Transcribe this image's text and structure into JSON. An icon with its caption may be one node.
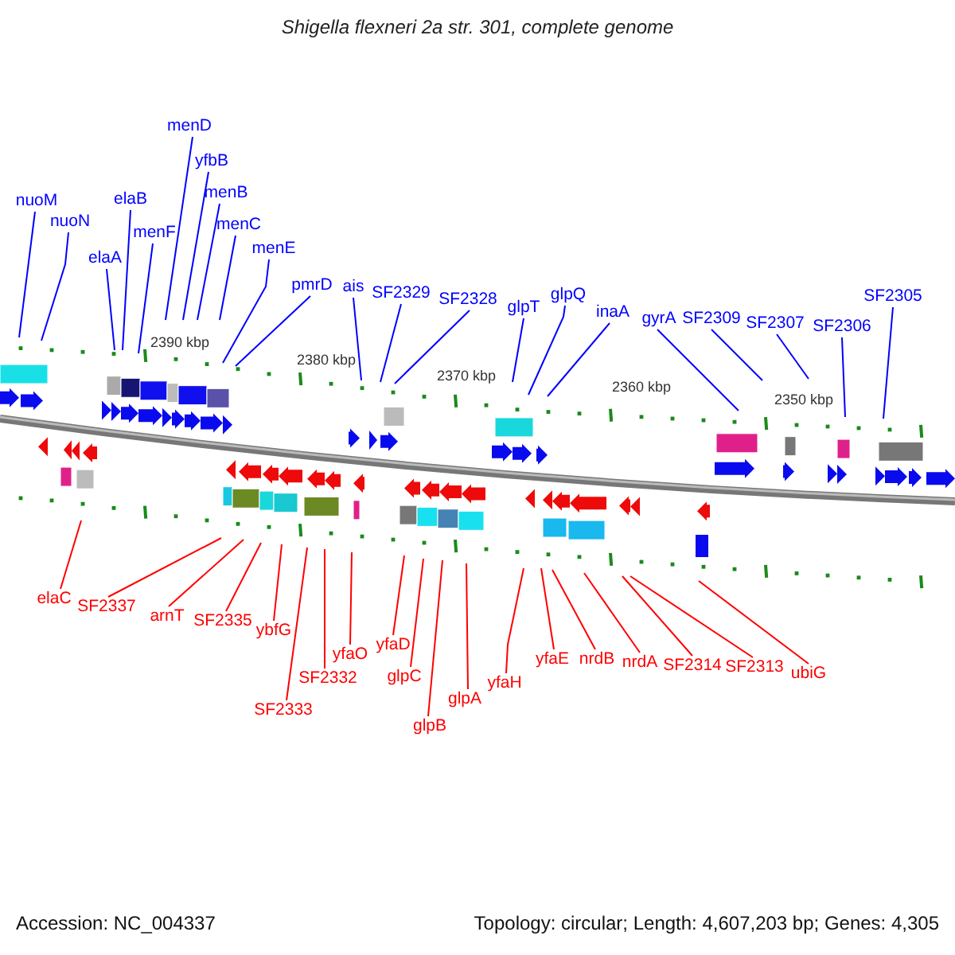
{
  "diagram": {
    "title": "Shigella flexneri 2a str. 301, complete genome",
    "nodes": [
      {
        "text": [
          "nuoM"
        ]
      },
      {
        "text": [
          "nuoN"
        ]
      },
      {
        "text": [
          "elaA"
        ]
      },
      {
        "text": [
          "elaB"
        ]
      },
      {
        "text": [
          "menF"
        ]
      },
      {
        "text": [
          "menD"
        ]
      },
      {
        "text": [
          "yfbB"
        ]
      },
      {
        "text": [
          "menB"
        ]
      },
      {
        "text": [
          "menC"
        ]
      },
      {
        "text": [
          "menE"
        ]
      },
      {
        "text": [
          "pmrD"
        ]
      },
      {
        "text": [
          "ais"
        ]
      },
      {
        "text": [
          "SF2329"
        ]
      },
      {
        "text": [
          "SF2328"
        ]
      },
      {
        "text": [
          "glpT"
        ]
      },
      {
        "text": [
          "glpQ"
        ]
      },
      {
        "text": [
          "inaA"
        ]
      },
      {
        "text": [
          "gyrA"
        ]
      },
      {
        "text": [
          "SF2309"
        ]
      },
      {
        "text": [
          "SF2307"
        ]
      },
      {
        "text": [
          "SF2306"
        ]
      },
      {
        "text": [
          "SF2305"
        ]
      },
      {
        "text": [
          "elaC"
        ]
      },
      {
        "text": [
          "SF2337"
        ]
      },
      {
        "text": [
          "arnT"
        ]
      },
      {
        "text": [
          "SF2335"
        ]
      },
      {
        "text": [
          "ybfG"
        ]
      },
      {
        "text": [
          "SF2332"
        ]
      },
      {
        "text": [
          "SF2333"
        ]
      },
      {
        "text": [
          "yfaO"
        ]
      },
      {
        "text": [
          "yfaD"
        ]
      },
      {
        "text": [
          "glpC"
        ]
      },
      {
        "text": [
          "glpB"
        ]
      },
      {
        "text": [
          "glpA"
        ]
      },
      {
        "text": [
          "yfaH"
        ]
      },
      {
        "text": [
          "yfaE"
        ]
      },
      {
        "text": [
          "nrdB"
        ]
      },
      {
        "text": [
          "nrdA"
        ]
      },
      {
        "text": [
          "SF2314"
        ]
      },
      {
        "text": [
          "SF2313"
        ]
      },
      {
        "text": [
          "ubiG"
        ]
      }
    ],
    "edges": [
      {
        "from": 0,
        "to": null,
        "arrow": "none"
      },
      {
        "from": 1,
        "to": null,
        "arrow": "none"
      },
      {
        "from": 2,
        "to": null,
        "arrow": "none"
      },
      {
        "from": 3,
        "to": null,
        "arrow": "none"
      },
      {
        "from": 4,
        "to": null,
        "arrow": "none"
      },
      {
        "from": 5,
        "to": null,
        "arrow": "none"
      },
      {
        "from": 6,
        "to": null,
        "arrow": "none"
      },
      {
        "from": 7,
        "to": null,
        "arrow": "none"
      },
      {
        "from": 8,
        "to": null,
        "arrow": "none"
      },
      {
        "from": 9,
        "to": null,
        "arrow": "none"
      },
      {
        "from": 10,
        "to": null,
        "arrow": "none"
      },
      {
        "from": 11,
        "to": null,
        "arrow": "none"
      },
      {
        "from": 12,
        "to": null,
        "arrow": "none"
      },
      {
        "from": 13,
        "to": null,
        "arrow": "none"
      },
      {
        "from": 14,
        "to": null,
        "arrow": "none"
      },
      {
        "from": 15,
        "to": null,
        "arrow": "none"
      },
      {
        "from": 16,
        "to": null,
        "arrow": "none"
      },
      {
        "from": 17,
        "to": null,
        "arrow": "none"
      },
      {
        "from": 18,
        "to": null,
        "arrow": "none"
      },
      {
        "from": 19,
        "to": null,
        "arrow": "none"
      },
      {
        "from": 20,
        "to": null,
        "arrow": "none"
      },
      {
        "from": 21,
        "to": null,
        "arrow": "none"
      },
      {
        "from": 22,
        "to": null,
        "arrow": "none",
        "color": "#ff0000"
      },
      {
        "from": 23,
        "to": null,
        "arrow": "none",
        "color": "#ff0000"
      },
      {
        "from": 24,
        "to": null,
        "arrow": "none",
        "color": "#ff0000"
      },
      {
        "from": 25,
        "to": null,
        "arrow": "none",
        "color": "#ff0000"
      },
      {
        "from": 26,
        "to": null,
        "arrow": "none",
        "color": "#ff0000"
      },
      {
        "from": 27,
        "to": null,
        "arrow": "none",
        "color": "#ff0000"
      },
      {
        "from": 28,
        "to": null,
        "arrow": "none",
        "color": "#ff0000"
      },
      {
        "from": 29,
        "to": null,
        "arrow": "none",
        "color": "#ff0000"
      },
      {
        "from": 30,
        "to": null,
        "arrow": "none",
        "color": "#ff0000"
      },
      {
        "from": 31,
        "to": null,
        "arrow": "none",
        "color": "#ff0000"
      },
      {
        "from": 32,
        "to": null,
        "arrow": "none",
        "color": "#ff0000"
      },
      {
        "from": 33,
        "to": null,
        "arrow": "none",
        "color": "#ff0000"
      },
      {
        "from": 34,
        "to": null,
        "arrow": "none",
        "color": "#ff0000"
      },
      {
        "from": 35,
        "to": null,
        "arrow": "none",
        "color": "#ff0000"
      },
      {
        "from": 36,
        "to": null,
        "arrow": "none",
        "color": "#ff0000"
      },
      {
        "from": 37,
        "to": null,
        "arrow": "none",
        "color": "#ff0000"
      },
      {
        "from": 38,
        "to": null,
        "arrow": "none",
        "color": "#ff0000"
      },
      {
        "from": 39,
        "to": null,
        "arrow": "none",
        "color": "#ff0000"
      },
      {
        "from": 40,
        "to": null,
        "arrow": "none",
        "color": "#ff0000"
      }
    ],
    "labels": [
      "2390 kbp",
      "2380 kbp",
      "2370 kbp",
      "2360 kbp",
      "2350 kbp",
      "Accession: NC_004337",
      "Topology: circular; Length: 4,607,203 bp; Genes: 4,305"
    ]
  }
}
